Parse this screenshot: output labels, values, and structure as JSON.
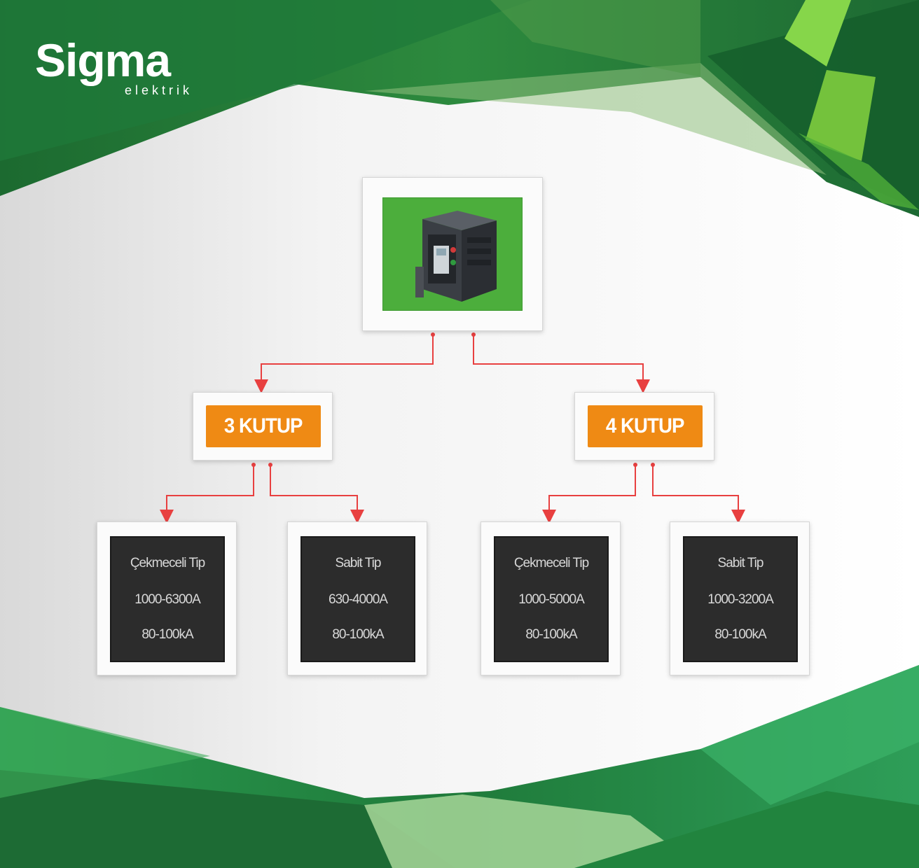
{
  "brand": {
    "name": "Sigma",
    "tagline": "elektrik"
  },
  "colors": {
    "dark_green": "#1b6b34",
    "mid_green": "#2f9a4e",
    "light_green": "#7cc85a",
    "product_bg": "#4cae3c",
    "option_orange": "#ef8a14",
    "spec_panel": "#2c2c2c",
    "connector_red": "#e84040"
  },
  "root": {
    "image_icon": "air-circuit-breaker-icon"
  },
  "branches": [
    {
      "label": "3 KUTUP",
      "children": [
        {
          "type": "Çekmeceli Tip",
          "current": "1000-6300A",
          "breaking": "80-100kA"
        },
        {
          "type": "Sabit Tip",
          "current": "630-4000A",
          "breaking": "80-100kA"
        }
      ]
    },
    {
      "label": "4 KUTUP",
      "children": [
        {
          "type": "Çekmeceli Tip",
          "current": "1000-5000A",
          "breaking": "80-100kA"
        },
        {
          "type": "Sabit Tip",
          "current": "1000-3200A",
          "breaking": "80-100kA"
        }
      ]
    }
  ]
}
